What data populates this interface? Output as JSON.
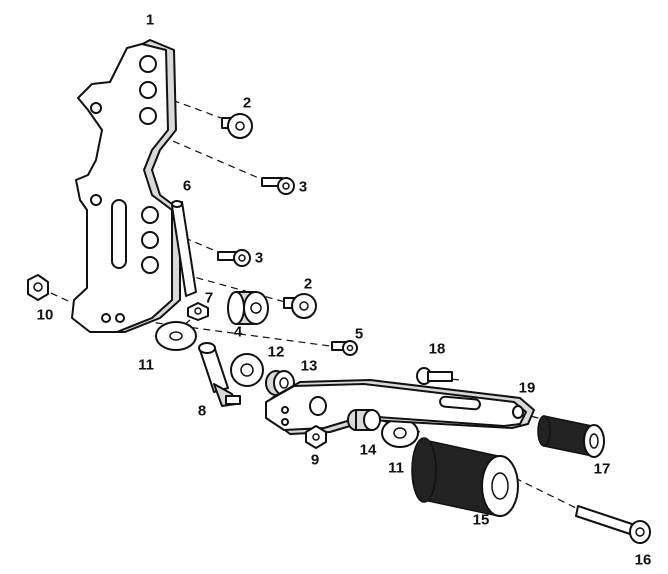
{
  "diagram": {
    "callouts": [
      {
        "id": "c1",
        "label": "1"
      },
      {
        "id": "c2a",
        "label": "2"
      },
      {
        "id": "c3a",
        "label": "3"
      },
      {
        "id": "c6",
        "label": "6"
      },
      {
        "id": "c3b",
        "label": "3"
      },
      {
        "id": "c2b",
        "label": "2"
      },
      {
        "id": "c7",
        "label": "7"
      },
      {
        "id": "c10",
        "label": "10"
      },
      {
        "id": "c4",
        "label": "4"
      },
      {
        "id": "c5",
        "label": "5"
      },
      {
        "id": "c11a",
        "label": "11"
      },
      {
        "id": "c12",
        "label": "12"
      },
      {
        "id": "c13",
        "label": "13"
      },
      {
        "id": "c18",
        "label": "18"
      },
      {
        "id": "c19",
        "label": "19"
      },
      {
        "id": "c8",
        "label": "8"
      },
      {
        "id": "c9",
        "label": "9"
      },
      {
        "id": "c14",
        "label": "14"
      },
      {
        "id": "c11b",
        "label": "11"
      },
      {
        "id": "c17",
        "label": "17"
      },
      {
        "id": "c15",
        "label": "15"
      },
      {
        "id": "c16",
        "label": "16"
      }
    ]
  }
}
